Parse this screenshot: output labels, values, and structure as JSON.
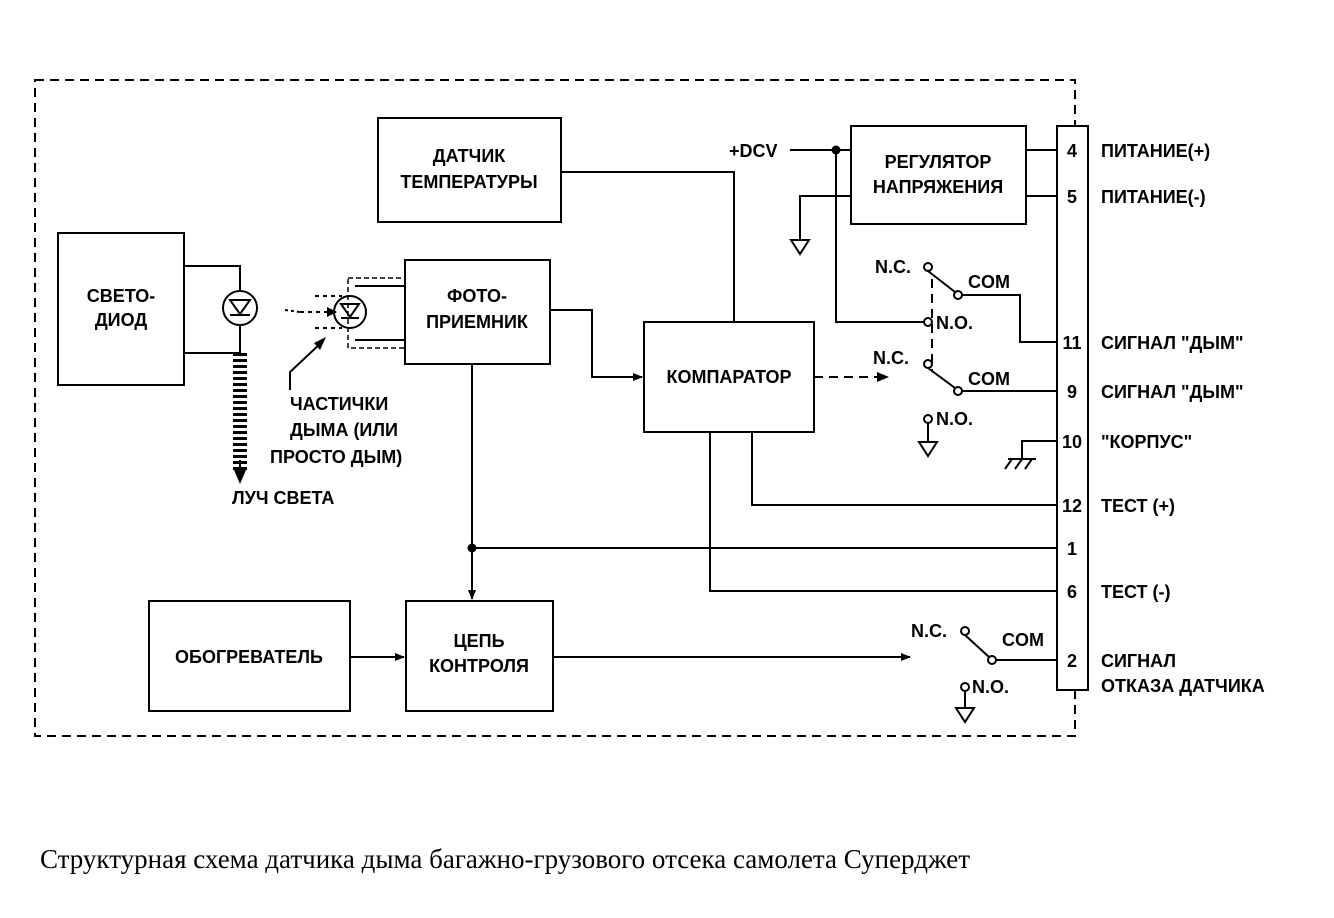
{
  "blocks": {
    "led": [
      "СВЕТО-",
      "ДИОД"
    ],
    "temp_sensor": [
      "ДАТЧИК",
      "ТЕМПЕРАТУРЫ"
    ],
    "photoreceiver": [
      "ФОТО-",
      "ПРИЕМНИК"
    ],
    "comparator": "КОМПАРАТОР",
    "regulator": [
      "РЕГУЛЯТОР",
      "НАПРЯЖЕНИЯ"
    ],
    "heater": "ОБОГРЕВАТЕЛЬ",
    "control": [
      "ЦЕПЬ",
      "КОНТРОЛЯ"
    ]
  },
  "labels": {
    "dcv": "+DCV",
    "smoke_particles": [
      "ЧАСТИЧКИ",
      "ДЫМА (ИЛИ",
      "ПРОСТО ДЫМ)"
    ],
    "light_beam": "ЛУЧ СВЕТА"
  },
  "relays": {
    "nc": "N.C.",
    "no": "N.O.",
    "com": "COM"
  },
  "pins": [
    {
      "num": "4",
      "label": "ПИТАНИЕ(+)"
    },
    {
      "num": "5",
      "label": "ПИТАНИЕ(-)"
    },
    {
      "num": "11",
      "label": "СИГНАЛ \"ДЫМ\""
    },
    {
      "num": "9",
      "label": "СИГНАЛ \"ДЫМ\""
    },
    {
      "num": "10",
      "label": "\"КОРПУС\""
    },
    {
      "num": "12",
      "label": "ТЕСТ (+)"
    },
    {
      "num": "1",
      "label": ""
    },
    {
      "num": "6",
      "label": "ТЕСТ (-)"
    },
    {
      "num": "2",
      "label": [
        "СИГНАЛ",
        "ОТКАЗА ДАТЧИКА"
      ]
    }
  ],
  "caption": "Структурная схема датчика дыма багажно-грузового отсека самолета Суперджет"
}
